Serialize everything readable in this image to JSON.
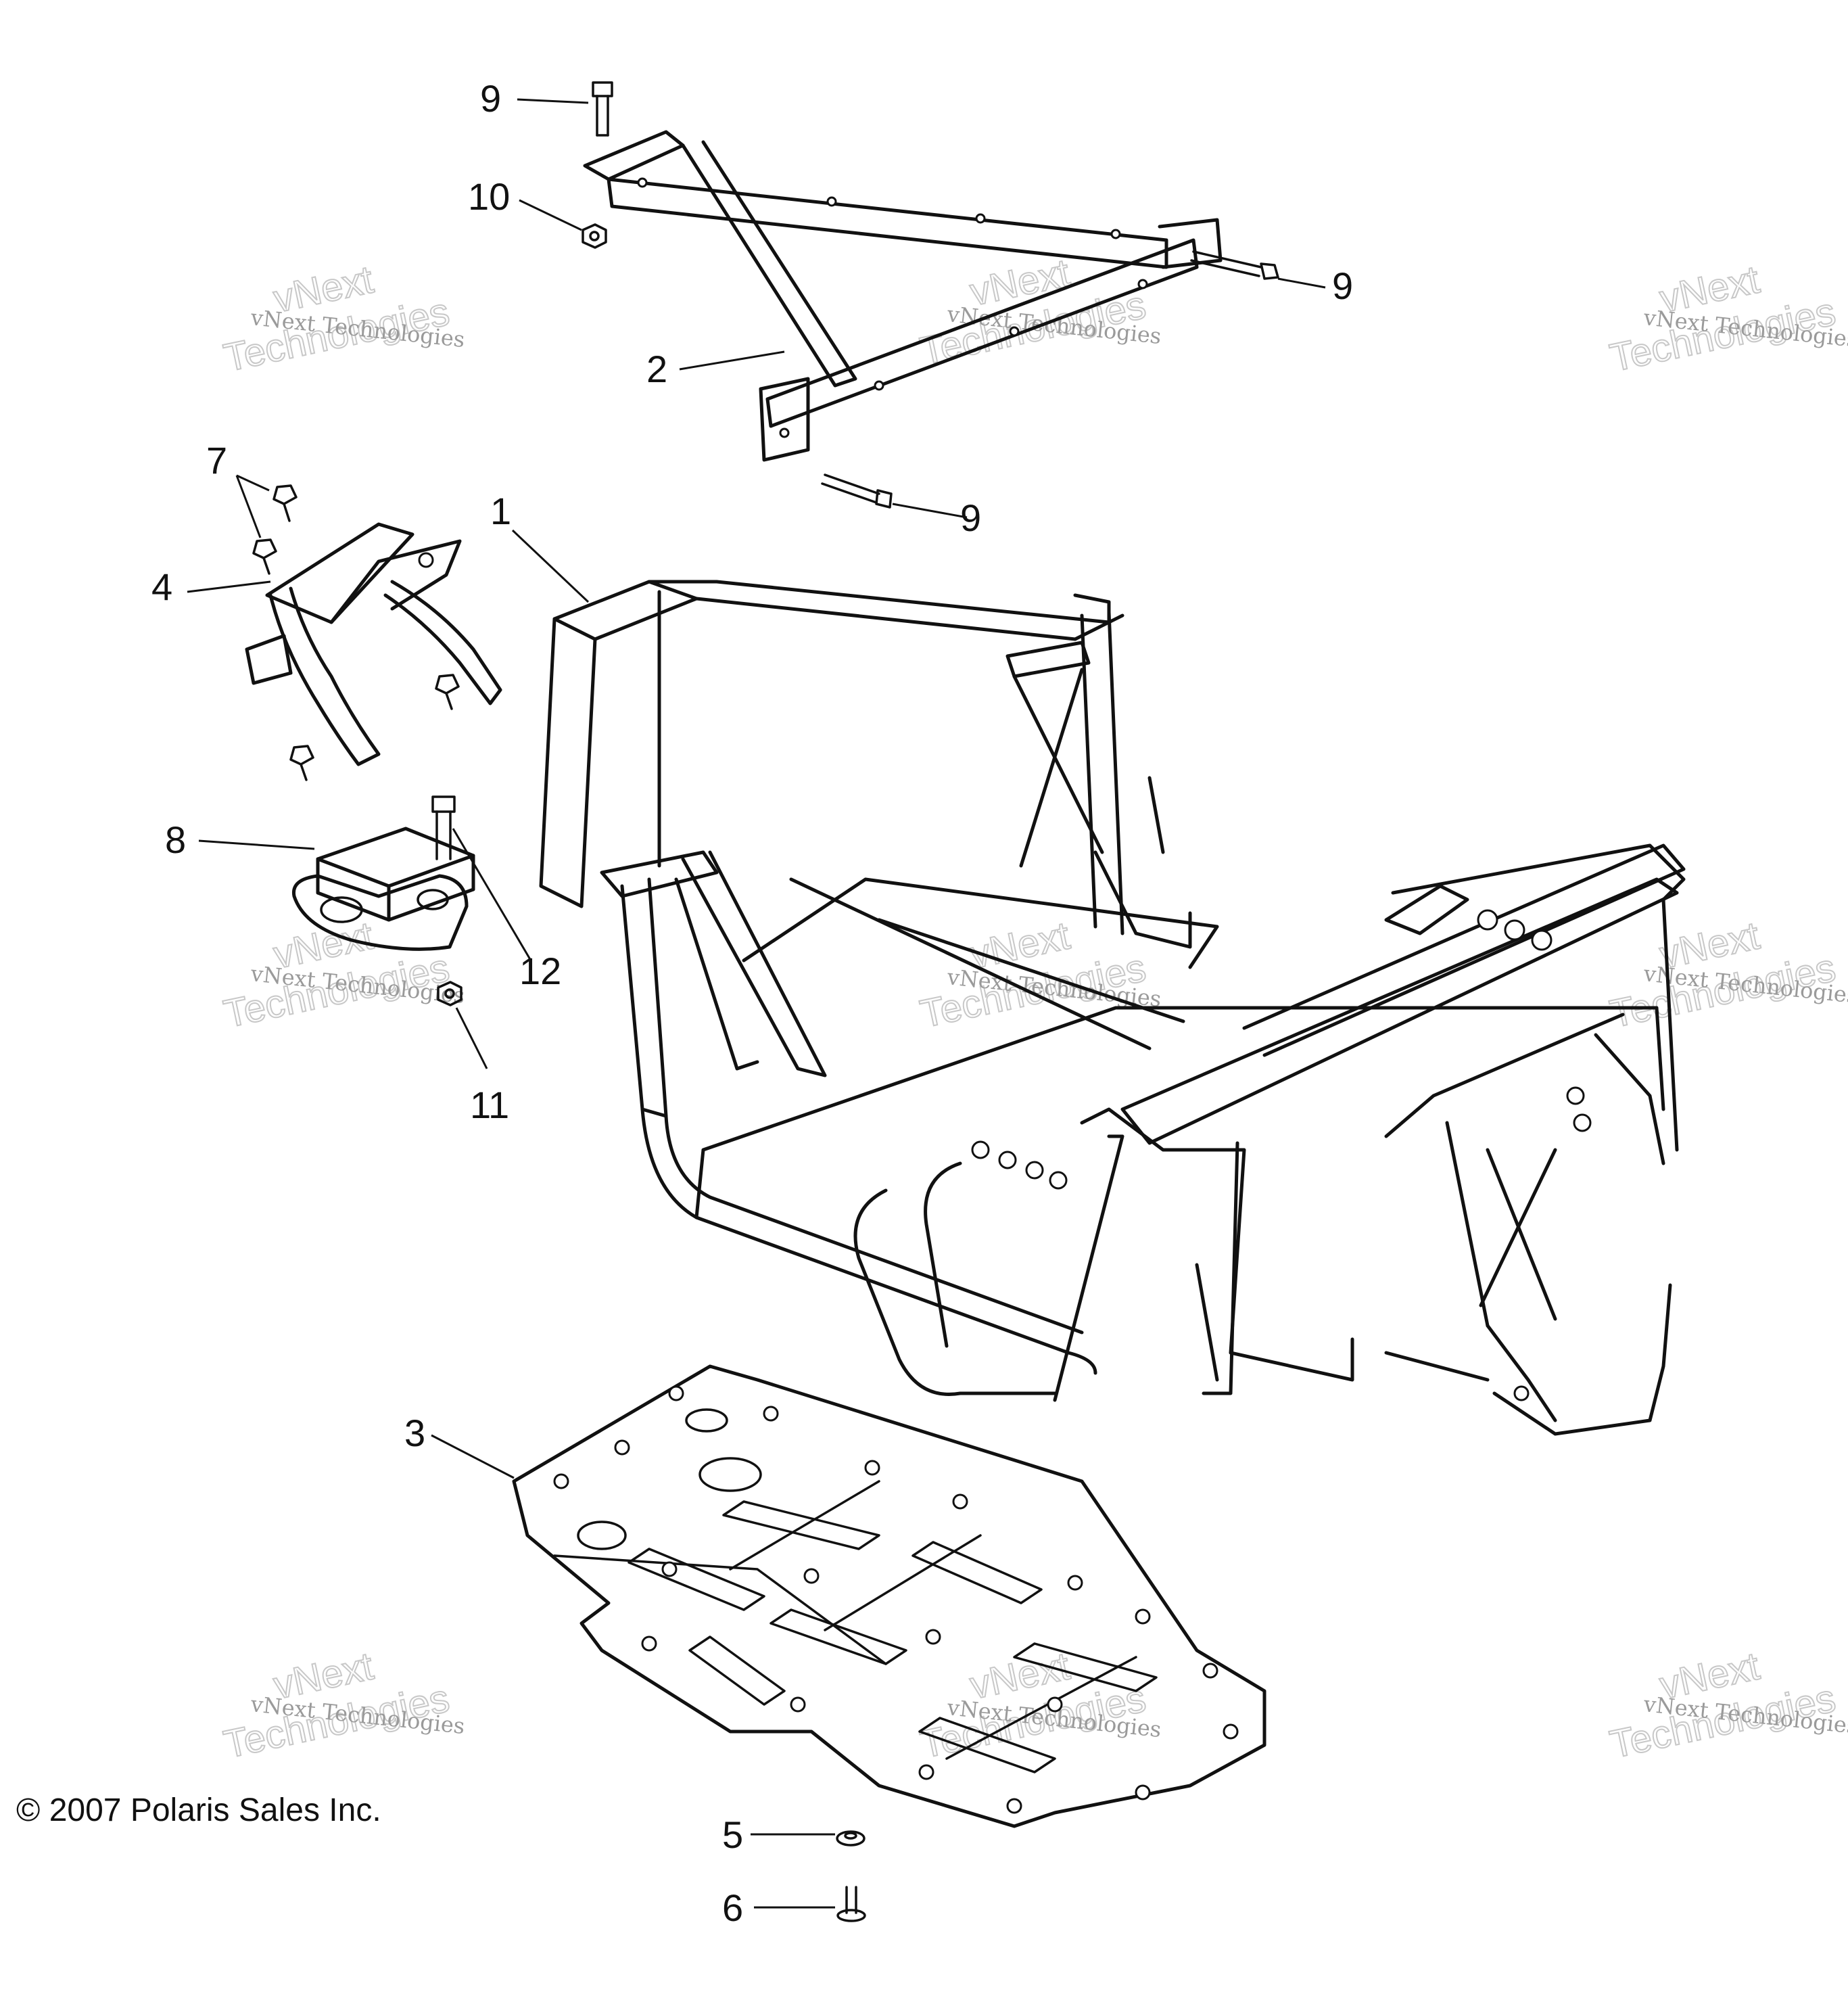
{
  "callouts": {
    "c1": "1",
    "c2": "2",
    "c3": "3",
    "c4": "4",
    "c5": "5",
    "c6": "6",
    "c7": "7",
    "c8": "8",
    "c9a": "9",
    "c9b": "9",
    "c9c": "9",
    "c10": "10",
    "c11": "11",
    "c12": "12"
  },
  "watermark": {
    "line1": "vNext",
    "line2": "Technologies",
    "small": "vNext Technologies"
  },
  "copyright": "© 2007 Polaris Sales Inc."
}
